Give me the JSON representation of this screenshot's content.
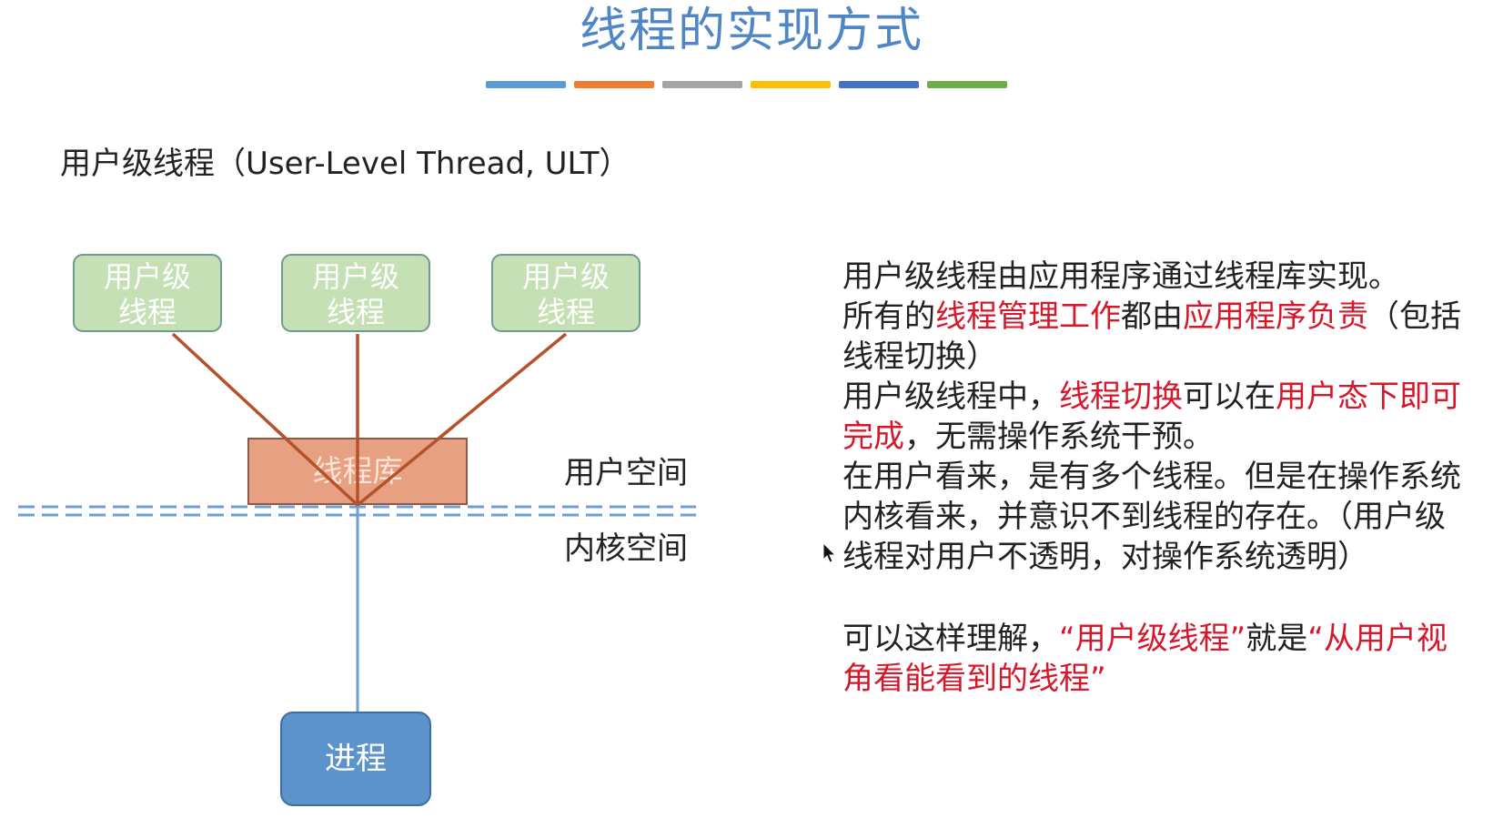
{
  "slide": {
    "title": "线程的实现方式",
    "heading": "用户级线程（User-Level Thread, ULT）",
    "accent_colors": [
      "#5b9bd5",
      "#ed7d31",
      "#a5a5a5",
      "#ffc000",
      "#4472c4",
      "#70ad47"
    ]
  },
  "diagram": {
    "threads": [
      {
        "line1": "用户级",
        "line2": "线程"
      },
      {
        "line1": "用户级",
        "line2": "线程"
      },
      {
        "line1": "用户级",
        "line2": "线程"
      }
    ],
    "library": "线程库",
    "user_space": "用户空间",
    "kernel_space": "内核空间",
    "process": "进程",
    "colors": {
      "thread_fill": "#c5e0b4",
      "library_fill": "#e7a081",
      "process_fill": "#5b93ca",
      "connector": "#b5522c",
      "process_line": "#6e9fd1",
      "boundary": "#6e9fd1"
    }
  },
  "text": {
    "p1": "用户级线程由应用程序通过线程库实现。",
    "p2": {
      "a": "所有的",
      "b": "线程管理工作",
      "c": "都由",
      "d": "应用程序负责",
      "e": "（包括线程切换）"
    },
    "p3": {
      "a": "用户级线程中，",
      "b": "线程切换",
      "c": "可以在",
      "d": "用户态下即可完成",
      "e": "，无需操作系统干预。"
    },
    "p4": "在用户看来，是有多个线程。但是在操作系统内核看来，并意识不到线程的存在。（用户级线程对用户不透明，对操作系统透明）",
    "p5": {
      "a": "可以这样理解，",
      "b": "“用户级线程”",
      "c": "就是",
      "d": "“从用户视角看能看到的线程”"
    },
    "highlight_color": "#d5182b"
  }
}
